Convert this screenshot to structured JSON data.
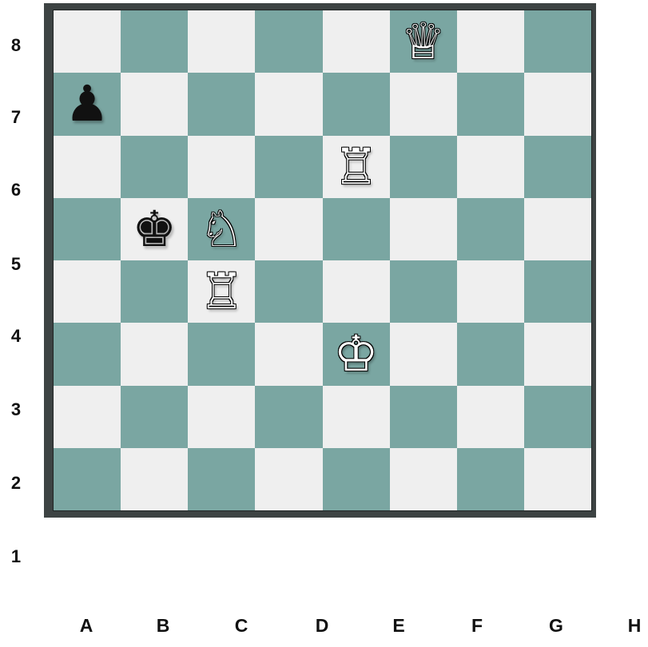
{
  "ranks": [
    "8",
    "7",
    "6",
    "5",
    "4",
    "3",
    "2",
    "1"
  ],
  "files": [
    "A",
    "B",
    "C",
    "D",
    "E",
    "F",
    "G",
    "H"
  ],
  "colors": {
    "light": "#efefef",
    "dark": "#7aa6a2",
    "frame": "#3d4343"
  },
  "pieces": [
    {
      "square": "f8",
      "color": "white",
      "type": "queen",
      "glyph": "♕"
    },
    {
      "square": "a7",
      "color": "black",
      "type": "pawn",
      "glyph": "♟"
    },
    {
      "square": "e6",
      "color": "white",
      "type": "rook",
      "glyph": "♖"
    },
    {
      "square": "b5",
      "color": "black",
      "type": "king",
      "glyph": "♚"
    },
    {
      "square": "c5",
      "color": "white",
      "type": "knight",
      "glyph": "♘"
    },
    {
      "square": "c4",
      "color": "white",
      "type": "rook",
      "glyph": "♖"
    },
    {
      "square": "e3",
      "color": "white",
      "type": "king",
      "glyph": "♔"
    }
  ]
}
